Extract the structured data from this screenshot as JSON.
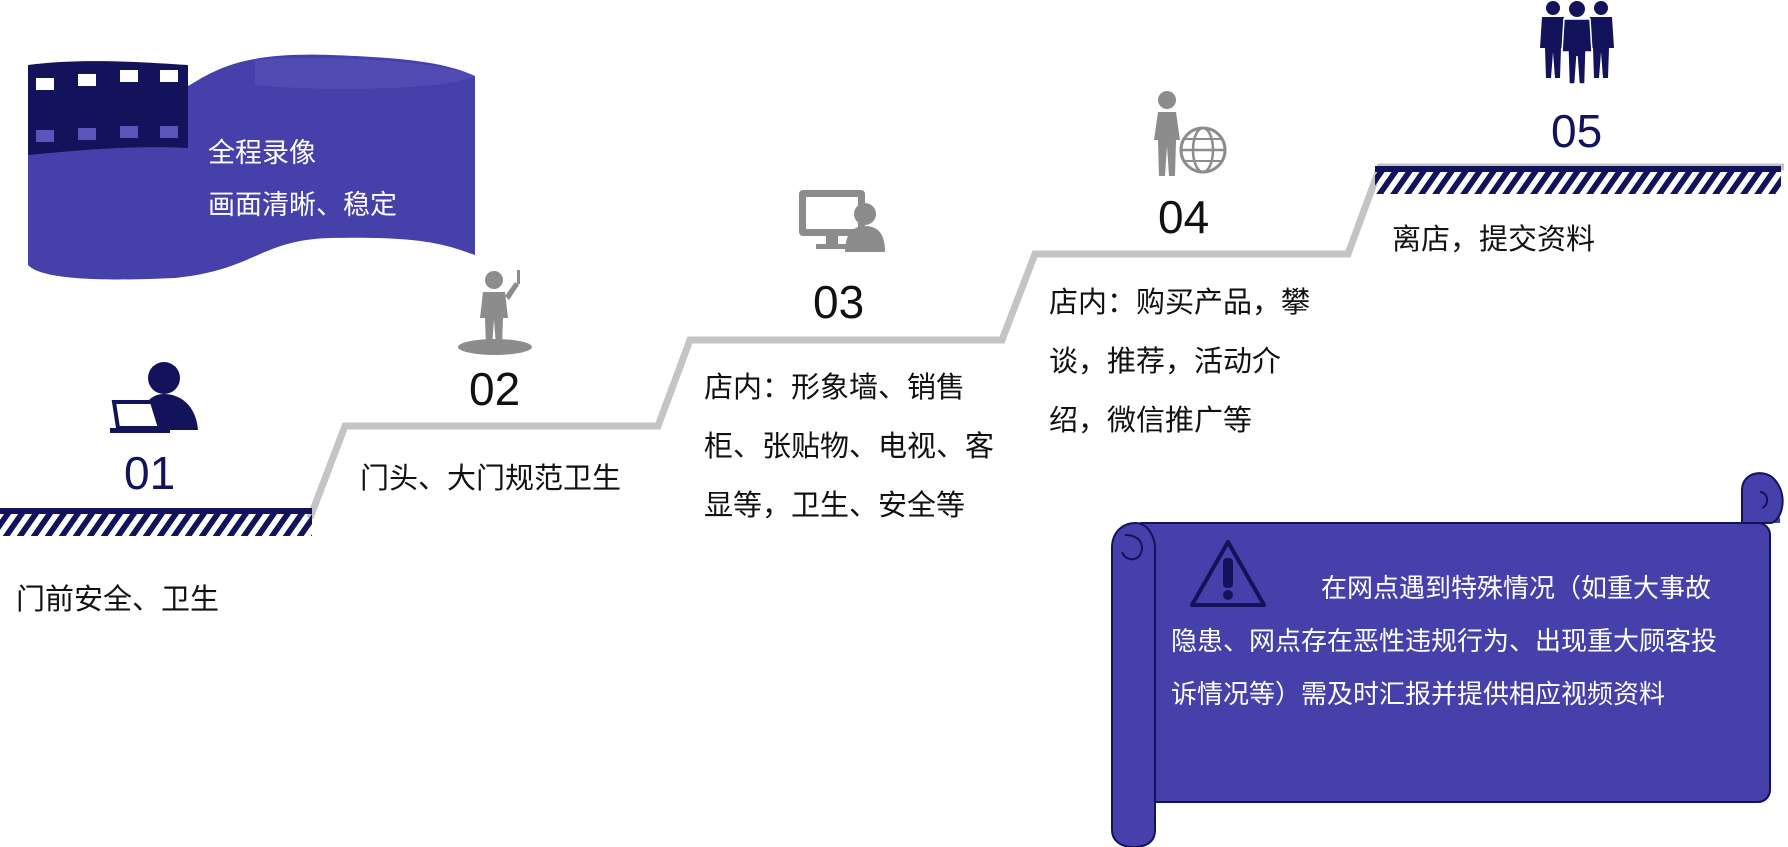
{
  "banner": {
    "line1": "全程录像",
    "line2": "画面清晰、稳定",
    "icon": "film-strip-icon"
  },
  "steps": [
    {
      "number": "01",
      "text": "门前安全、卫生",
      "icon": "person-laptop-icon"
    },
    {
      "number": "02",
      "text": "门头、大门规范卫生",
      "icon": "person-standing-icon"
    },
    {
      "number": "03",
      "text": "店内：形象墙、销售柜、张贴物、电视、客显等，卫生、安全等",
      "icon": "monitor-user-icon"
    },
    {
      "number": "04",
      "text": "店内：购买产品，攀谈，推荐，活动介绍，微信推广等",
      "icon": "person-globe-icon"
    },
    {
      "number": "05",
      "text": "离店，提交资料",
      "icon": "group-people-icon"
    }
  ],
  "notice": {
    "icon": "warning-icon",
    "text": "在网点遇到特殊情况（如重大事故隐患、网点存在恶性违规行为、出现重大顾客投诉情况等）需及时汇报并提供相应视频资料"
  },
  "colors": {
    "accent": "#4540aa",
    "dark": "#12135a",
    "gray": "#8c8c8c",
    "stair": "#c4c4c4"
  }
}
